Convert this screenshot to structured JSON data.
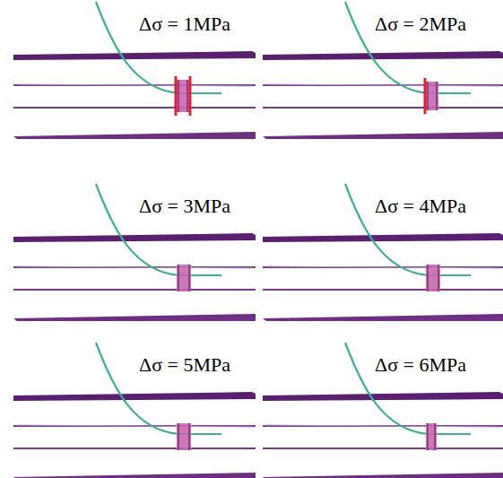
{
  "diagram": {
    "labels": [
      "Δσ = 1MPa",
      "Δσ = 2MPa",
      "Δσ = 3MPa",
      "Δσ = 4MPa",
      "Δσ = 5MPa",
      "Δσ = 6MPa"
    ]
  }
}
